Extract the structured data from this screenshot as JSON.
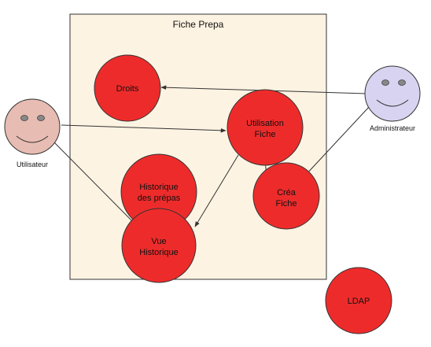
{
  "diagram": {
    "system": {
      "title": "Fiche Prepa"
    },
    "actors": {
      "utilisateur": {
        "label": "Utilisateur"
      },
      "administrateur": {
        "label": "Administrateur"
      }
    },
    "use_cases": {
      "droits": {
        "lines": [
          "Droits"
        ]
      },
      "utilisation_fiche": {
        "lines": [
          "Utilisation",
          "Fiche"
        ]
      },
      "historique_prepas": {
        "lines": [
          "Historique",
          "des prépas"
        ]
      },
      "crea_fiche": {
        "lines": [
          "Créa",
          "Fiche"
        ]
      },
      "vue_historique": {
        "lines": [
          "Vue",
          "Historique"
        ]
      },
      "ldap": {
        "lines": [
          "LDAP"
        ]
      }
    },
    "colors": {
      "system_fill": "#fdf3e2",
      "use_case_fill": "#ee2b2b",
      "utilisateur_fill": "#e7bcb2",
      "administrateur_fill": "#d8d3f0",
      "stroke": "#333333"
    }
  }
}
